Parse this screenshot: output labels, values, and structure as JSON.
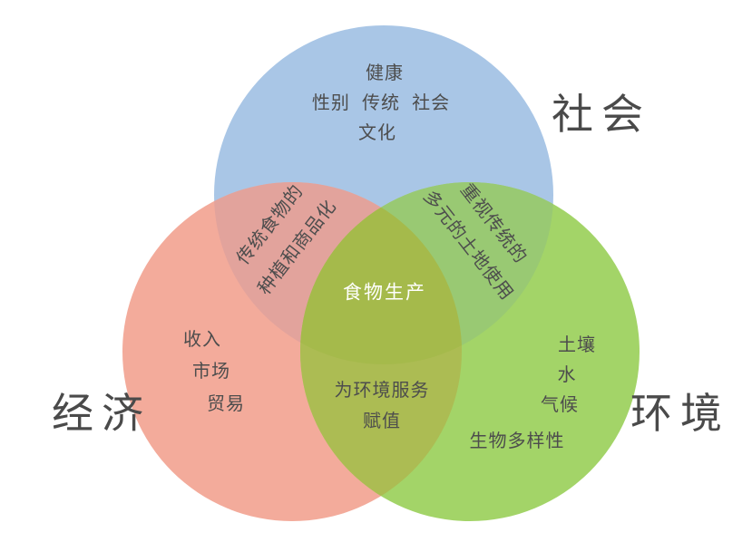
{
  "colors": {
    "background": "#ffffff",
    "society": "#a9c6e6",
    "economy": "#f3ab9b",
    "environment": "#a3d468",
    "society_economy": "#e2a39c",
    "society_environment": "#99c973",
    "economy_environment": "#acbc53",
    "center": "#a5ba4b",
    "text": "#4d4d4d",
    "center_text": "#ffffff"
  },
  "circles": {
    "society": {
      "label": "社会",
      "items": [
        "健康",
        "性别  传统  社会",
        "文化"
      ]
    },
    "economy": {
      "label": "经济",
      "items": [
        "收入",
        "市场",
        "贸易"
      ]
    },
    "environment": {
      "label": "环境",
      "items": [
        "土壤",
        "水",
        "气候",
        "生物多样性"
      ]
    }
  },
  "overlaps": {
    "society_economy": {
      "lines": [
        "传统食物的",
        "种植和商品化"
      ]
    },
    "society_environment": {
      "lines": [
        "重视传统的",
        "多元的土地使用"
      ]
    },
    "economy_environment": {
      "lines": [
        "为环境服务",
        "赋值"
      ]
    },
    "center": {
      "lines": [
        "食物生产"
      ]
    }
  }
}
